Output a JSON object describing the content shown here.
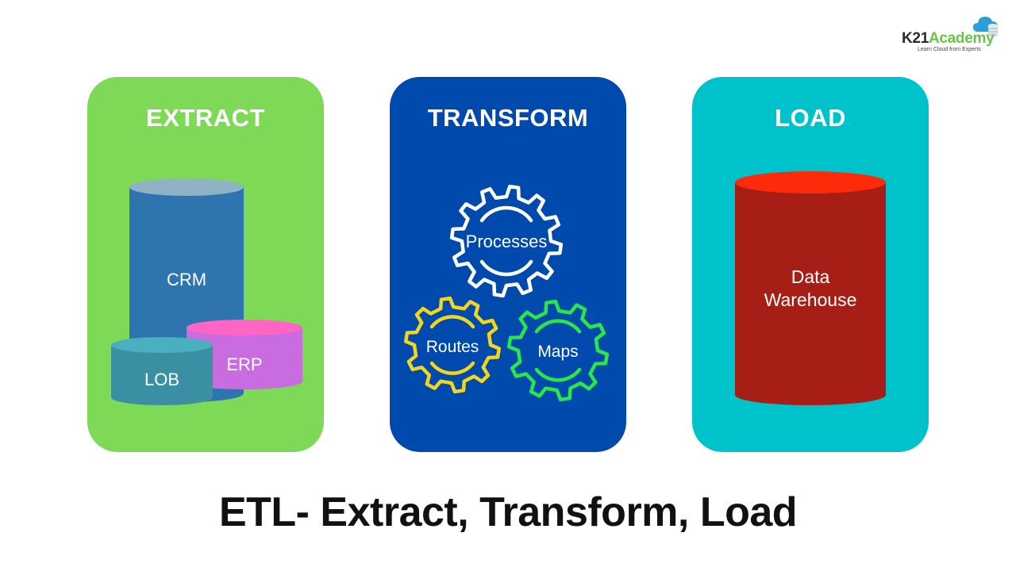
{
  "logo": {
    "brand_k": "K21",
    "brand_rest": "Academy",
    "tagline": "Learn Cloud from Experts",
    "icon": "cloud-database-icon"
  },
  "colors": {
    "extract_bg": "#7ed957",
    "transform_bg": "#004aad",
    "load_bg": "#00c2cb",
    "processes_gear": "#ffffff",
    "routes_gear": "#f2d61b",
    "maps_gear": "#2ae64a"
  },
  "panels": {
    "extract": {
      "title": "EXTRACT",
      "sources": {
        "crm": "CRM",
        "erp": "ERP",
        "lob": "LOB"
      }
    },
    "transform": {
      "title": "TRANSFORM",
      "gears": {
        "processes": "Processes",
        "routes": "Routes",
        "maps": "Maps"
      }
    },
    "load": {
      "title": "LOAD",
      "target_line1": "Data",
      "target_line2": "Warehouse"
    }
  },
  "footer": {
    "title": "ETL- Extract, Transform, Load"
  }
}
